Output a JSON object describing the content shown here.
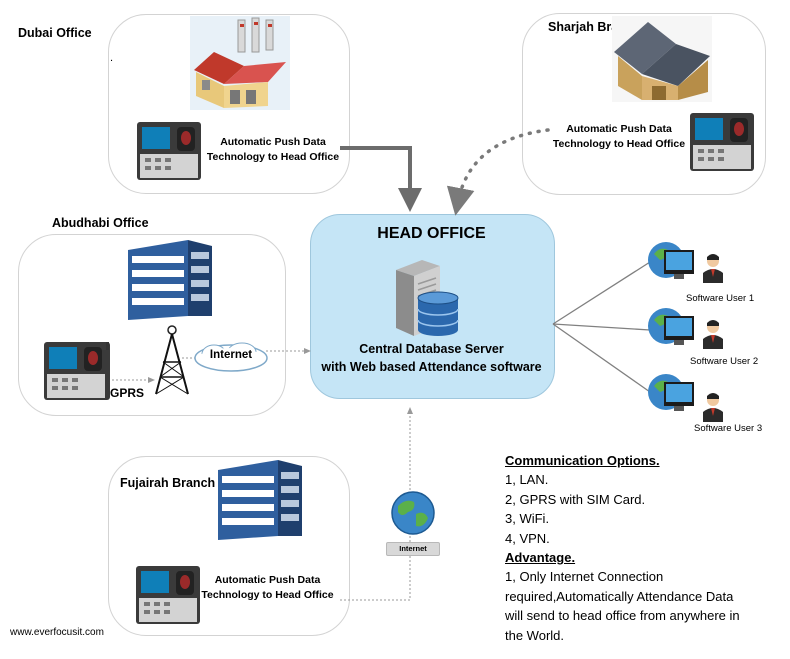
{
  "offices": {
    "dubai": {
      "title": "Dubai Office",
      "mark": ".",
      "caption_line1": "Automatic Push Data",
      "caption_line2": "Technology to Head Office"
    },
    "sharjah": {
      "title": "Sharjah Branch",
      "caption_line1": "Automatic Push Data",
      "caption_line2": "Technology to Head Office"
    },
    "abudhabi": {
      "title": "Abudhabi Office",
      "internet_label": "Internet",
      "gprs_label": "GPRS"
    },
    "fujairah": {
      "title": "Fujairah Branch",
      "caption_line1": "Automatic Push Data",
      "caption_line2": "Technology to Head Office"
    }
  },
  "head_office": {
    "title": "HEAD OFFICE",
    "server_line1": "Central Database Server",
    "server_line2": "with Web based Attendance software"
  },
  "internet_globe_label": "Internet",
  "software_users": [
    "Software User 1",
    "Software User 2",
    "Software User 3"
  ],
  "communication": {
    "heading": "Communication Options.",
    "options": [
      "1, LAN.",
      "2, GPRS with SIM Card.",
      "3, WiFi.",
      "4, VPN."
    ],
    "advantage_heading": "Advantage.",
    "advantage_lines": [
      "1, Only Internet Connection",
      "required,Automatically Attendance Data",
      "will send to head office from anywhere in",
      "the World."
    ]
  },
  "website": "www.everfocusit.com",
  "colors": {
    "head_office_fill": "#c5e5f6",
    "arrow_gray": "#707070",
    "building_blue": "#2f5f9e",
    "roof_red": "#c0392b"
  }
}
